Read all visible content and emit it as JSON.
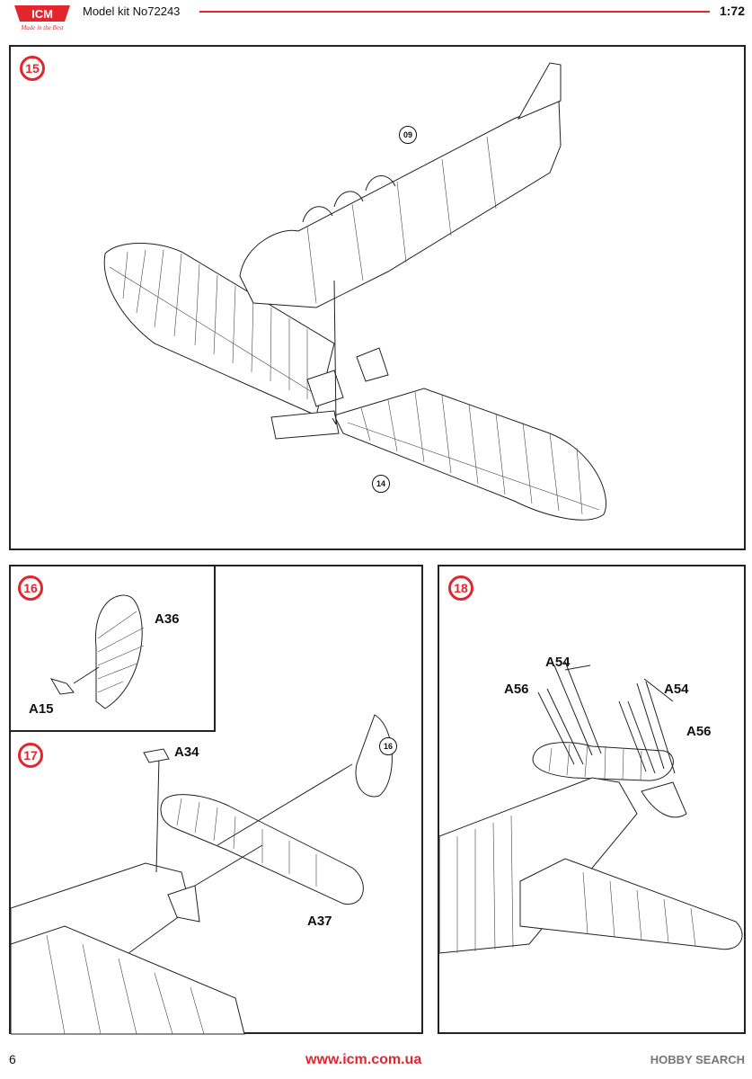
{
  "header": {
    "logo_text": "ICM",
    "logo_tagline": "Made in the Best",
    "title": "Model kit No72243",
    "scale": "1:72"
  },
  "colors": {
    "accent": "#e3262e",
    "ink": "#111111"
  },
  "steps": [
    {
      "number": "15",
      "refs": [
        "09",
        "14"
      ],
      "parts": []
    },
    {
      "number": "16",
      "refs": [],
      "parts": [
        "A36",
        "A15"
      ]
    },
    {
      "number": "17",
      "refs": [
        "16"
      ],
      "parts": [
        "A34",
        "A37"
      ]
    },
    {
      "number": "18",
      "refs": [],
      "parts": [
        "A54",
        "A56",
        "A54",
        "A56"
      ]
    }
  ],
  "footer": {
    "page_number": "6",
    "url": "www.icm.com.ua",
    "watermark": "HOBBY SEARCH"
  }
}
